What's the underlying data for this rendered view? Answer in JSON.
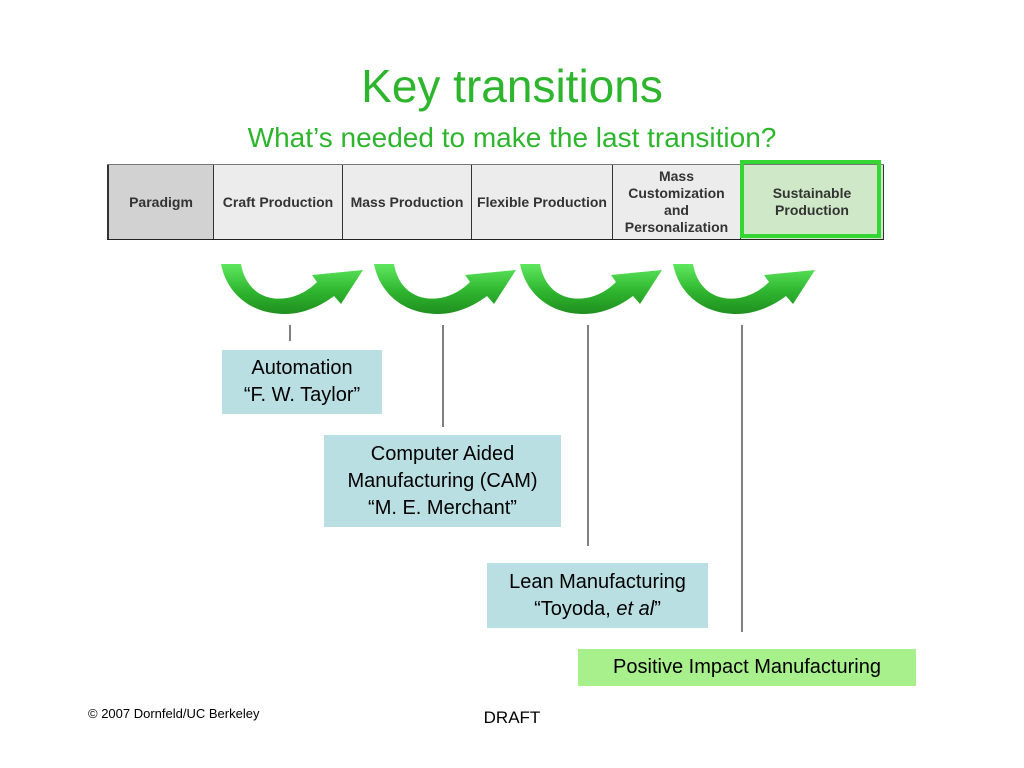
{
  "title": "Key transitions",
  "subtitle": "What’s needed to make the last transition?",
  "paradigm_table": {
    "header": "Paradigm",
    "columns": [
      "Craft Production",
      "Mass Production",
      "Flexible Production",
      "Mass Customization and Personalization",
      "Sustainable Production"
    ],
    "highlighted": "Sustainable Production"
  },
  "transitions": [
    {
      "line1": "Automation",
      "line2": "“F. W. Taylor”"
    },
    {
      "line1": "Computer Aided",
      "line2": "Manufacturing (CAM)",
      "line3": "“M. E. Merchant”"
    },
    {
      "line1": "Lean Manufacturing",
      "line2_prefix": "“Toyoda, ",
      "line2_italic": "et al",
      "line2_suffix": "”"
    },
    {
      "line1": "Positive Impact Manufacturing"
    }
  ],
  "colors": {
    "title": "#2eb52e",
    "arrow": "#2fb52f",
    "box_blue": "#b9dfe3",
    "box_green": "#a8f08c",
    "highlight": "#33d633"
  },
  "footer": {
    "copyright": "© 2007 Dornfeld/UC Berkeley",
    "draft": "DRAFT"
  }
}
